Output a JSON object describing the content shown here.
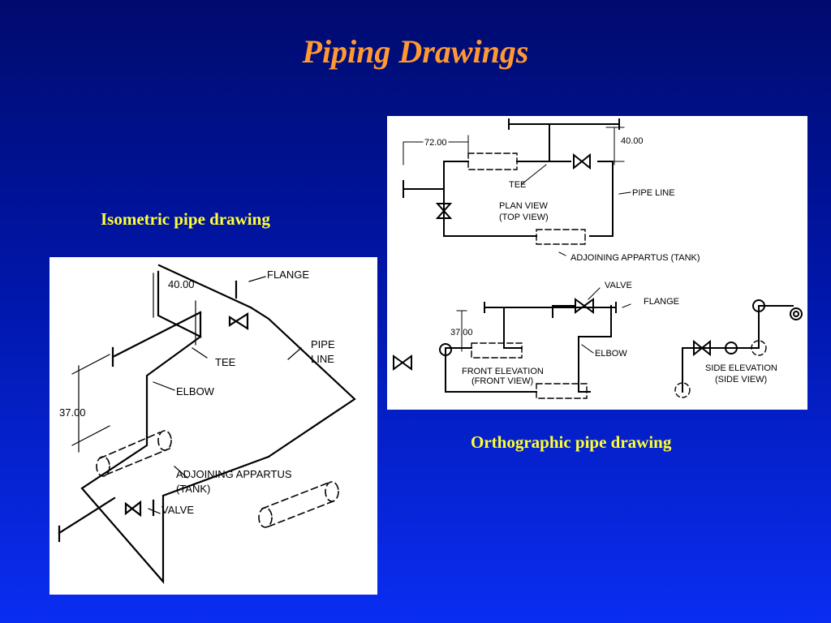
{
  "slide": {
    "title": "Piping Drawings"
  },
  "isometric": {
    "caption": "Isometric pipe drawing",
    "labels": {
      "dim_top": "40.00",
      "dim_side": "37.00",
      "flange": "FLANGE",
      "pipe": "PIPE",
      "line": "LINE",
      "tee": "TEE",
      "elbow": "ELBOW",
      "adjoining": "ADJOINING APPARTUS",
      "tank": "(TANK)",
      "valve": "VALVE"
    }
  },
  "orthographic": {
    "caption": "Orthographic pipe drawing",
    "labels": {
      "dim_width": "72.00",
      "dim_height": "40.00",
      "dim_front": "37.00",
      "tee": "TEE",
      "plan_view": "PLAN VIEW",
      "top_view": "(TOP VIEW)",
      "pipe_line": "PIPE LINE",
      "adjoining_tank": "ADJOINING APPARTUS (TANK)",
      "valve": "VALVE",
      "flange": "FLANGE",
      "elbow": "ELBOW",
      "front_elevation": "FRONT ELEVATION",
      "front_view": "(FRONT VIEW)",
      "side_elevation": "SIDE ELEVATION",
      "side_view": "(SIDE VIEW)"
    }
  }
}
